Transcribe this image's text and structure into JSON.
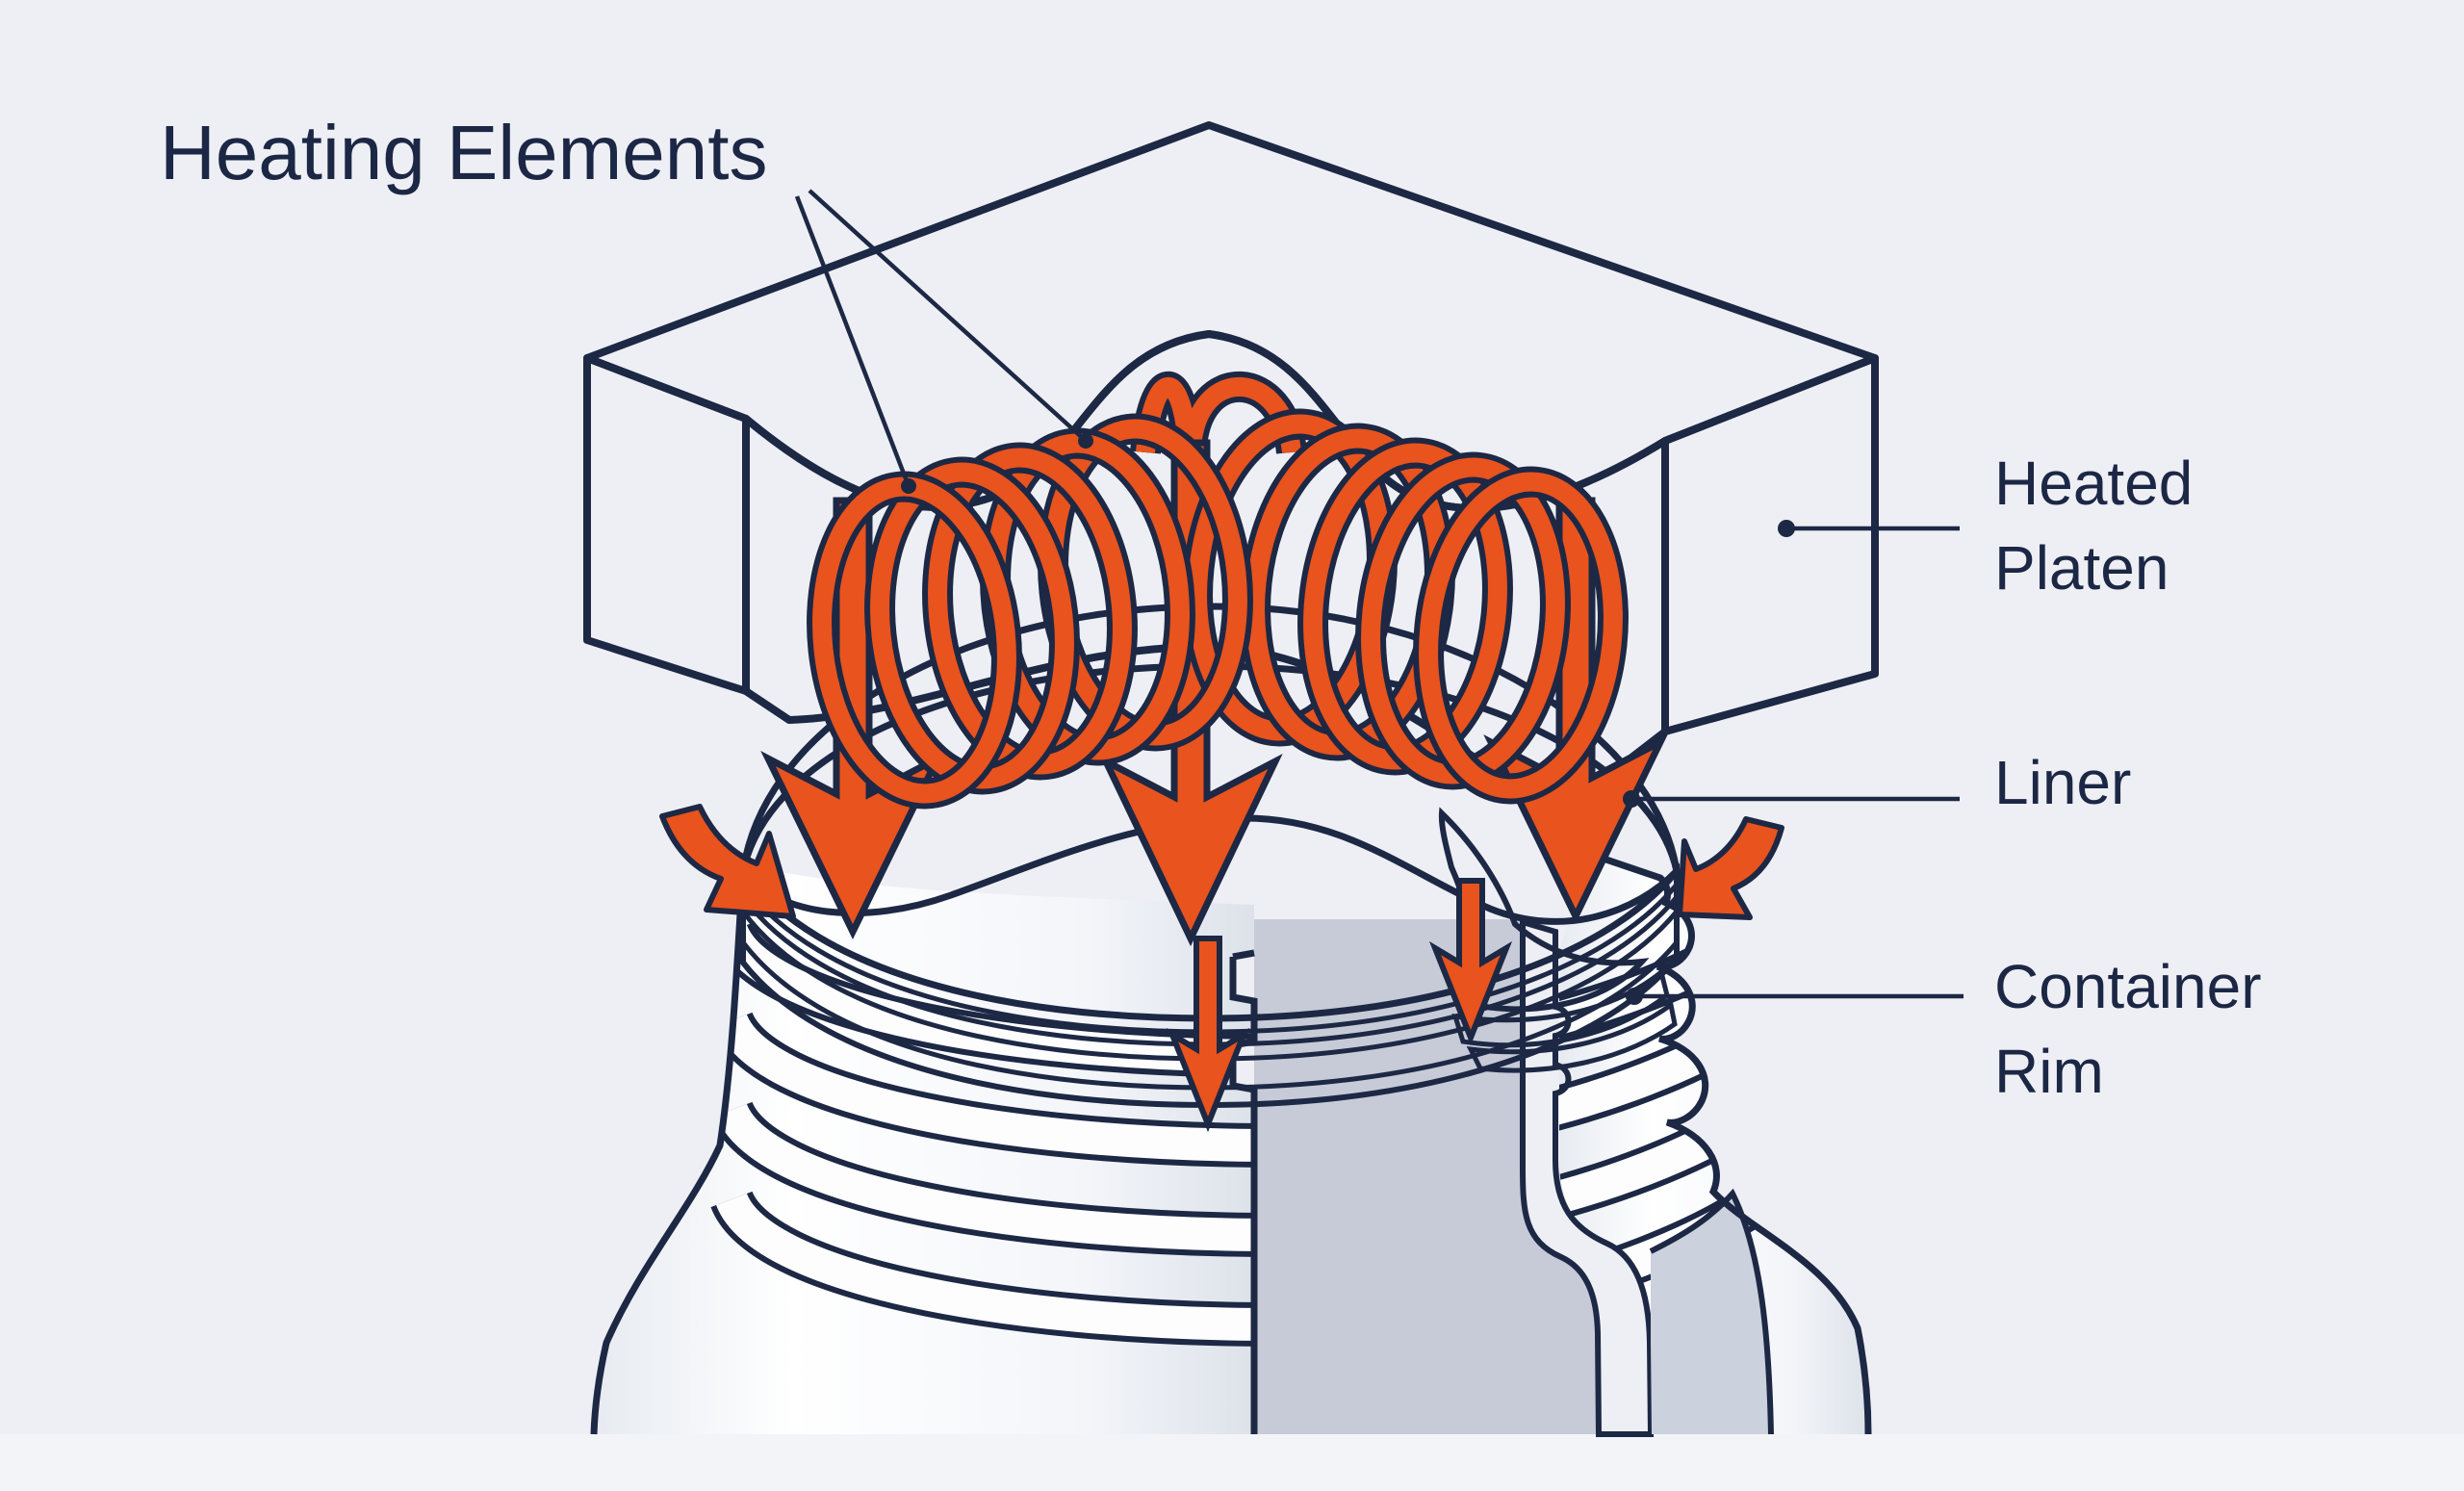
{
  "diagram": {
    "subject": "Heat-seal liner application diagram",
    "labels": {
      "heating_elements": "Heating Elements",
      "heated_platen_line1": "Heated",
      "heated_platen_line2": "Platen",
      "liner": "Liner",
      "container_rim_line1": "Container",
      "container_rim_line2": "Rim"
    },
    "labeled_parts": [
      {
        "label": "Heating Elements",
        "target": "coils-inside-platen"
      },
      {
        "label": "Heated Platen",
        "target": "gray-platen-block"
      },
      {
        "label": "Liner",
        "target": "blue-seal-liner-disc"
      },
      {
        "label": "Container Rim",
        "target": "threaded-bottle-neck"
      }
    ]
  },
  "theme": {
    "background": "#edeff4",
    "background_band": "#f2f4f8",
    "outline_navy": "#1d2845",
    "text_navy": "#1c2745",
    "accent_orange": "#e8531e",
    "liner_blue": "#3d50a2",
    "liner_backing_tan": "#debb8e",
    "bottle_white": "#fbfcfe",
    "interior_gray": "#c6cbd7",
    "interior_lavender": "#cbd1dd"
  }
}
